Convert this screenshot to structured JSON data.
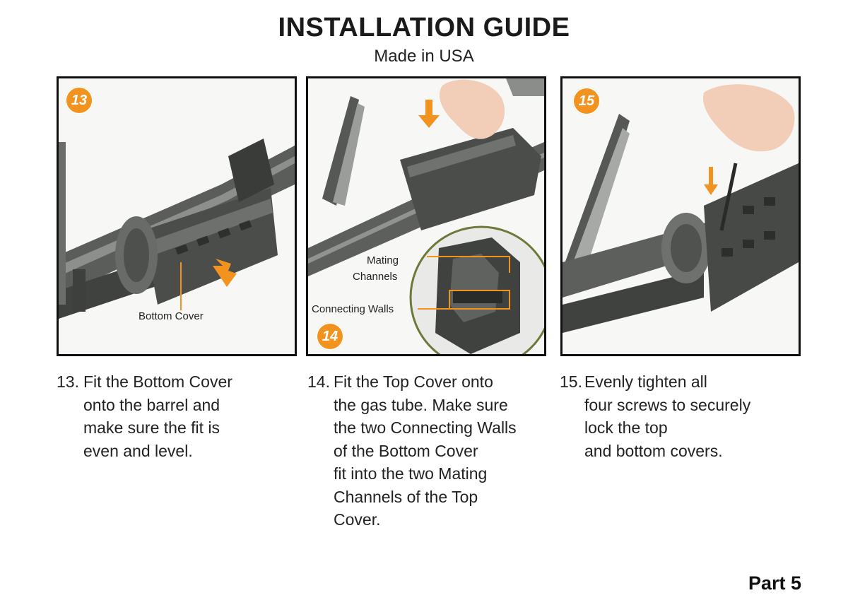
{
  "header": {
    "title": "INSTALLATION GUIDE",
    "subtitle": "Made in USA"
  },
  "panels": [
    {
      "badge": "13",
      "callouts": [
        "Bottom Cover"
      ]
    },
    {
      "badge": "14",
      "callouts": [
        "Mating",
        "Channels",
        "Connecting Walls"
      ]
    },
    {
      "badge": "15",
      "callouts": []
    }
  ],
  "steps": [
    {
      "number": "13.",
      "lines": [
        "Fit the Bottom Cover",
        "onto the barrel and",
        "make sure the fit is",
        "even and level."
      ]
    },
    {
      "number": "14.",
      "lines": [
        "Fit the Top Cover onto",
        "the gas tube. Make sure",
        "the two Connecting Walls",
        "of the Bottom Cover",
        "fit into the two Mating",
        "Channels of the Top",
        "Cover."
      ]
    },
    {
      "number": "15.",
      "lines": [
        "Evenly tighten all",
        "four screws to securely",
        "lock the top",
        "and bottom covers."
      ]
    }
  ],
  "footer": {
    "part": "Part 5"
  },
  "colors": {
    "accent": "#f29320",
    "border": "#111111",
    "metal": "#4a4d4b",
    "metal_light": "#8a8d89"
  }
}
